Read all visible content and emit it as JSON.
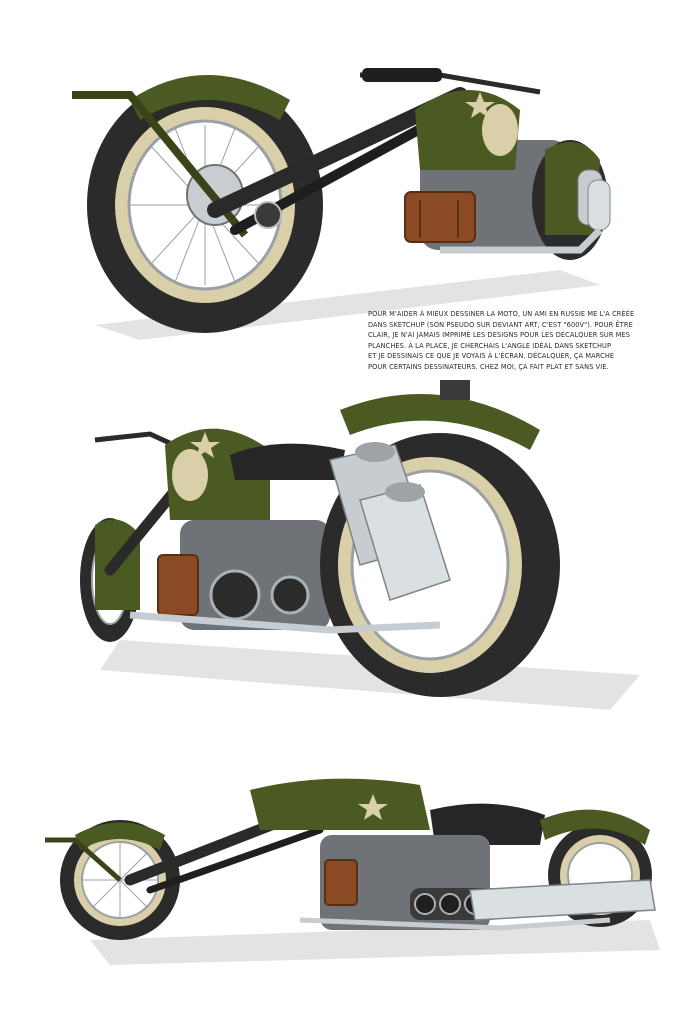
{
  "caption": {
    "lines": [
      "POUR M'AIDER À MIEUX DESSINER LA MOTO, UN AMI EN RUSSIE ME L'A CRÉÉE",
      "DANS SKETCHUP (SON PSEUDO SUR DEVIANT ART, C'EST \"600V\"). POUR ÊTRE",
      "CLAIR, JE N'AI JAMAIS IMPRIMÉ LES DESIGNS POUR LES DÉCALQUER SUR MES",
      "PLANCHES. À LA PLACE, JE CHERCHAIS L'ANGLE IDÉAL DANS SKETCHUP",
      "ET JE DESSINAIS CE QUE JE VOYAIS À L'ÉCRAN. DÉCALQUER, ÇA MARCHE",
      "POUR CERTAINS DESSINATEURS. CHEZ MOI, ÇA FAIT PLAT ET SANS VIE."
    ]
  },
  "illustrations": [
    {
      "view": "front-three-quarter-chopper-render"
    },
    {
      "view": "rear-three-quarter-chopper-render"
    },
    {
      "view": "side-profile-chopper-render"
    }
  ],
  "colors": {
    "olive": "#4b5a22",
    "olive_dark": "#2f3a14",
    "cream": "#d9cfa8",
    "tire": "#2b2b2b",
    "chrome": "#bfc4c8",
    "leather": "#8a4a24",
    "shadow": "#d8d8d8"
  }
}
